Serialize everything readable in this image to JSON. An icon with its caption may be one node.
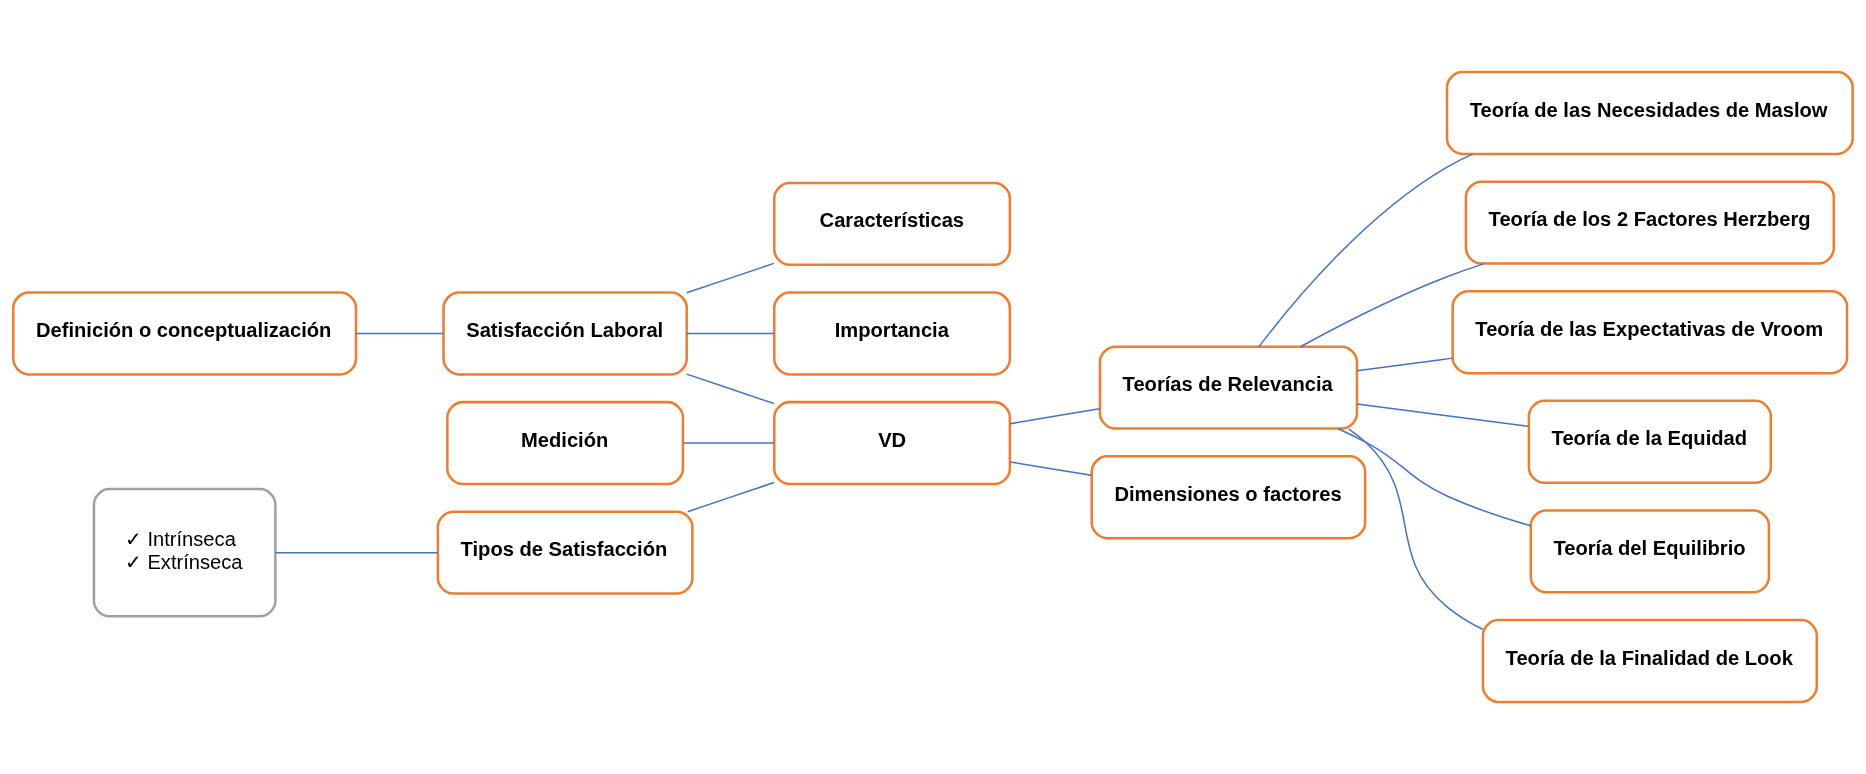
{
  "diagram": {
    "nodes": [
      {
        "text": [
          "Definición o conceptualización"
        ]
      },
      {
        "text": [
          "Características"
        ]
      },
      {
        "text": [
          "Medición"
        ]
      },
      {
        "text": [
          "Satisfacción Laboral"
        ]
      },
      {
        "text": [
          "Importancia"
        ]
      },
      {
        "text": [
          "✓ Intrínseca",
          "✓ Extrínseca"
        ]
      },
      {
        "text": [
          "Tipos de Satisfacción"
        ]
      },
      {
        "text": [
          "VD"
        ]
      },
      {
        "text": [
          "Teorías de Relevancia"
        ]
      },
      {
        "text": [
          "Dimensiones o factores"
        ]
      },
      {
        "text": [
          "Teoría de las Necesidades de Maslow"
        ]
      },
      {
        "text": [
          "Teoría de los 2 Factores Herzberg"
        ]
      },
      {
        "text": [
          "Teoría de las Expectativas de Vroom"
        ]
      },
      {
        "text": [
          "Teoría de la Equidad"
        ]
      },
      {
        "text": [
          "Teoría del Equilibrio"
        ]
      },
      {
        "text": [
          "Teoría de la Finalidad de Look"
        ]
      }
    ],
    "edges": [
      {
        "from": 0,
        "to": 3,
        "arrow": "none"
      },
      {
        "from": 3,
        "to": 1,
        "arrow": "none"
      },
      {
        "from": 3,
        "to": 4,
        "arrow": "none"
      },
      {
        "from": 2,
        "to": 7,
        "arrow": "none"
      },
      {
        "from": 3,
        "to": 7,
        "arrow": "none"
      },
      {
        "from": 5,
        "to": 6,
        "arrow": "none"
      },
      {
        "from": 6,
        "to": 7,
        "arrow": "none"
      },
      {
        "from": 7,
        "to": 8,
        "arrow": "none"
      },
      {
        "from": 7,
        "to": 9,
        "arrow": "none"
      },
      {
        "from": 8,
        "to": 10,
        "arrow": "none"
      },
      {
        "from": 8,
        "to": 11,
        "arrow": "none"
      },
      {
        "from": 8,
        "to": 12,
        "arrow": "none"
      },
      {
        "from": 8,
        "to": 13,
        "arrow": "none"
      },
      {
        "from": 8,
        "to": 14,
        "arrow": "none"
      },
      {
        "from": 8,
        "to": 15,
        "arrow": "none"
      }
    ]
  }
}
